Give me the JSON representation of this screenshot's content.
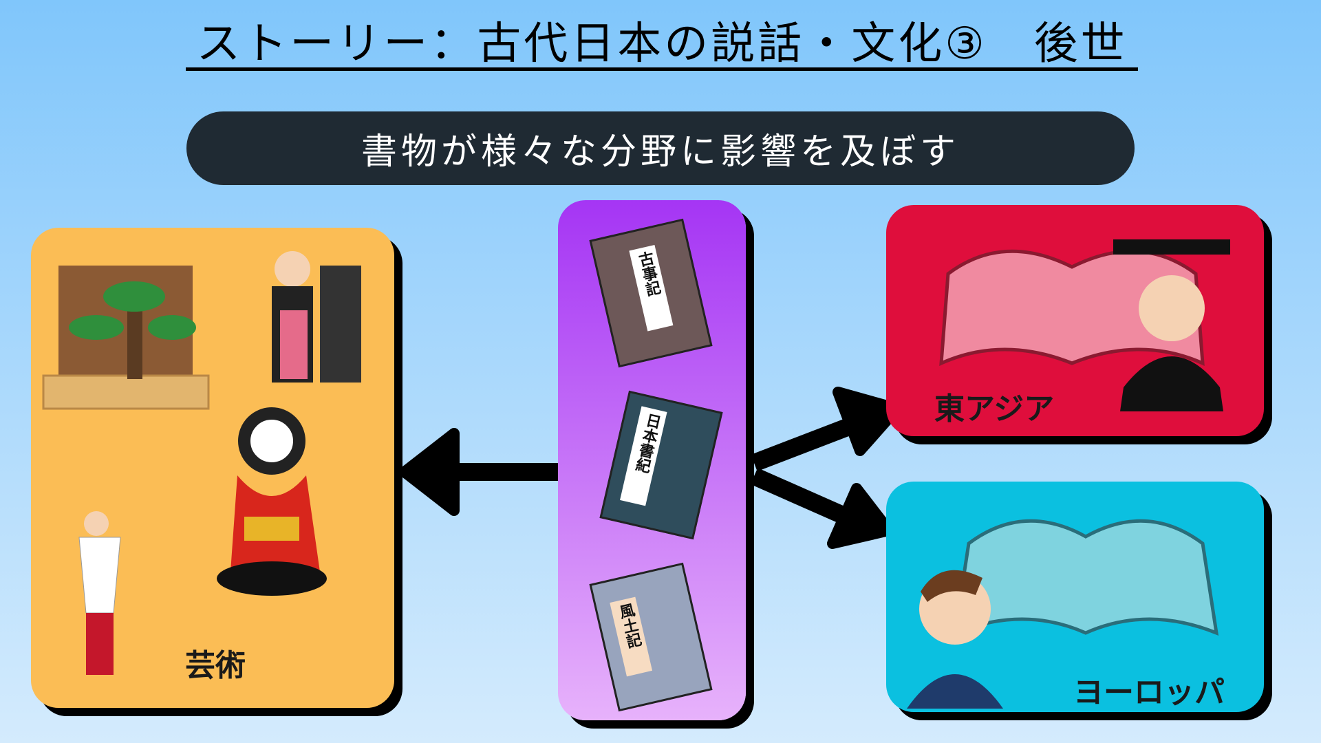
{
  "title": "ストーリー：古代日本の説話・文化③　後世",
  "subtitle": "書物が様々な分野に影響を及ぼす",
  "books": [
    {
      "label": "古事記",
      "color": "#6d5858"
    },
    {
      "label": "日本書紀",
      "color": "#2f4d5c"
    },
    {
      "label": "風土記",
      "color": "#98a4bd"
    }
  ],
  "categories": {
    "art": "芸術",
    "east_asia": "東アジア",
    "europe": "ヨーロッパ"
  },
  "colors": {
    "art": "#fbbd55",
    "books": "#b045f5",
    "east_asia": "#df0e3c",
    "europe": "#0bc0e0",
    "pill": "#1f2a33"
  }
}
